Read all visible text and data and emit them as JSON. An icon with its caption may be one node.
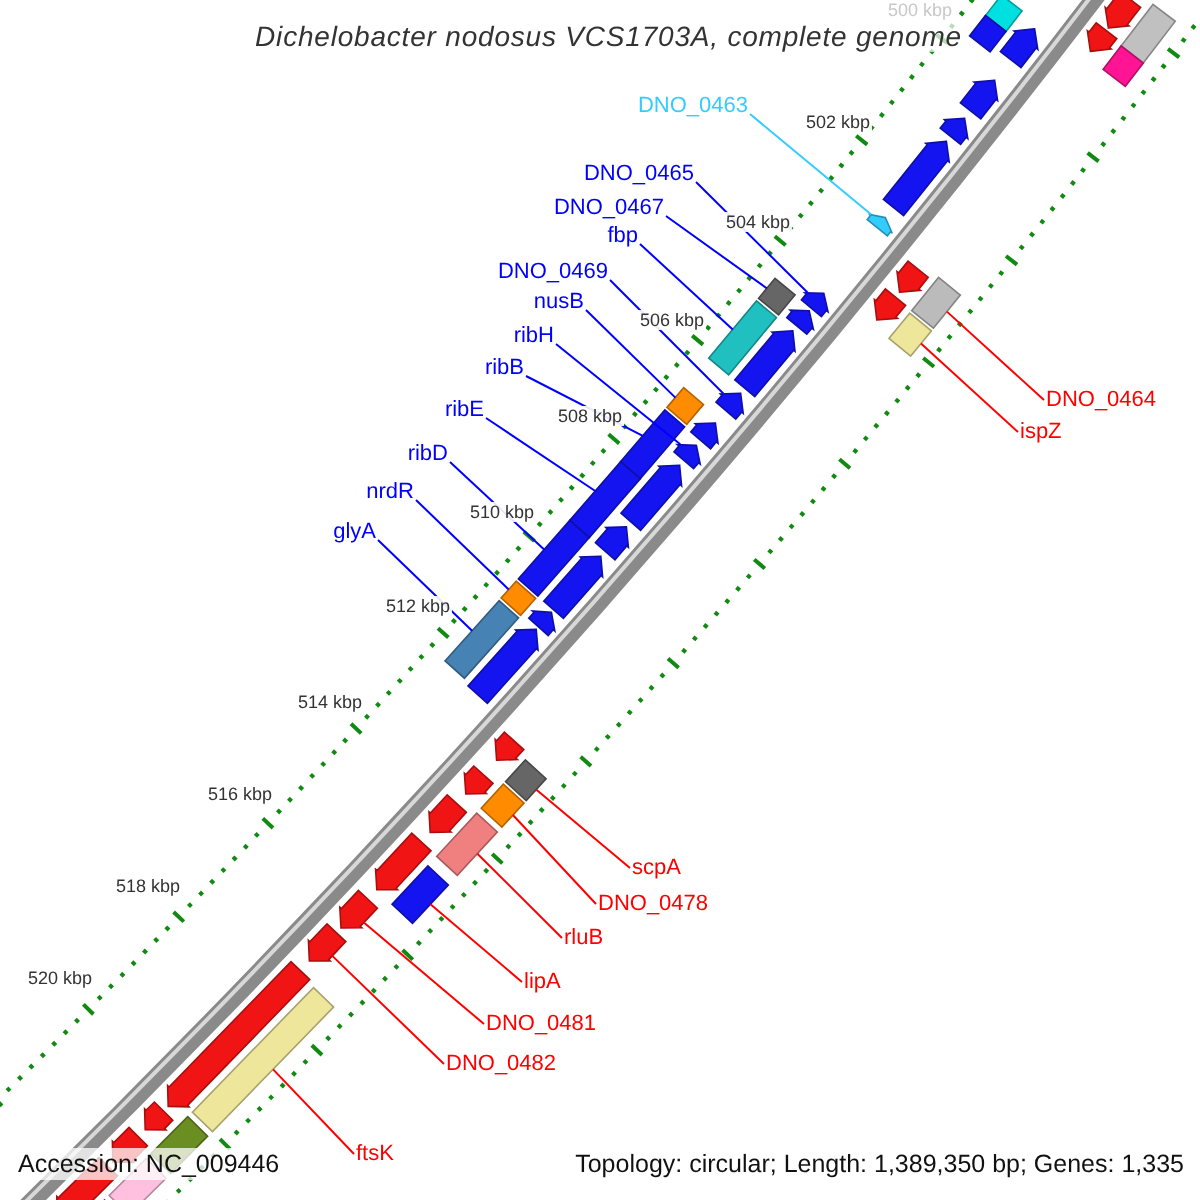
{
  "diagram": {
    "title": "Dichelobacter nodosus VCS1703A, complete genome",
    "nodes": [
      {
        "text": [
          "DNO_0463"
        ]
      },
      {
        "text": [
          "DNO_0465"
        ]
      },
      {
        "text": [
          "DNO_0467"
        ]
      },
      {
        "text": [
          "fbp"
        ]
      },
      {
        "text": [
          "DNO_0469"
        ]
      },
      {
        "text": [
          "nusB"
        ]
      },
      {
        "text": [
          "ribH"
        ]
      },
      {
        "text": [
          "ribB"
        ]
      },
      {
        "text": [
          "ribE"
        ]
      },
      {
        "text": [
          "ribD"
        ]
      },
      {
        "text": [
          "nrdR"
        ]
      },
      {
        "text": [
          "glyA"
        ]
      },
      {
        "text": [
          "DNO_0464"
        ]
      },
      {
        "text": [
          "ispZ"
        ]
      },
      {
        "text": [
          "scpA"
        ]
      },
      {
        "text": [
          "DNO_0478"
        ]
      },
      {
        "text": [
          "rluB"
        ]
      },
      {
        "text": [
          "lipA"
        ]
      },
      {
        "text": [
          "DNO_0481"
        ]
      },
      {
        "text": [
          "DNO_0482"
        ]
      },
      {
        "text": [
          "ftsK"
        ]
      },
      {
        "text": [],
        "shape": "arrow"
      },
      {
        "text": [],
        "shape": "arrow"
      },
      {
        "text": [],
        "shape": "box"
      },
      {
        "text": [],
        "shape": "box"
      },
      {
        "text": [],
        "shape": "arrow"
      },
      {
        "text": [],
        "shape": "box"
      },
      {
        "text": [],
        "shape": "arrow"
      },
      {
        "text": [],
        "shape": "box"
      },
      {
        "text": [],
        "shape": "box"
      },
      {
        "text": [],
        "shape": "box"
      },
      {
        "text": [],
        "shape": "box"
      },
      {
        "text": [],
        "shape": "box"
      },
      {
        "text": [],
        "shape": "box"
      },
      {
        "text": [],
        "shape": "box"
      },
      {
        "text": [],
        "shape": "box"
      },
      {
        "text": [],
        "shape": "box"
      },
      {
        "text": [],
        "shape": "box"
      },
      {
        "text": [],
        "shape": "box"
      },
      {
        "text": [],
        "shape": "arrow"
      },
      {
        "text": [],
        "shape": "arrow"
      },
      {
        "text": [],
        "shape": "box"
      },
      {
        "text": [],
        "shape": "arrow"
      },
      {
        "text": [],
        "shape": "arrow"
      },
      {
        "text": [],
        "shape": "arrow"
      },
      {
        "text": [],
        "shape": "arrow"
      },
      {
        "text": [],
        "shape": "arrow"
      },
      {
        "text": [],
        "shape": "arrow"
      },
      {
        "text": [],
        "shape": "arrow"
      },
      {
        "text": [],
        "shape": "arrow"
      },
      {
        "text": [],
        "shape": "arrow"
      },
      {
        "text": [],
        "shape": "arrow"
      },
      {
        "text": [],
        "shape": "arrow"
      },
      {
        "text": [],
        "shape": "arrow"
      },
      {
        "text": [],
        "shape": "box"
      },
      {
        "text": [],
        "shape": "box"
      },
      {
        "text": [],
        "shape": "arrow"
      },
      {
        "text": [],
        "shape": "arrow"
      },
      {
        "text": [],
        "shape": "arrow"
      },
      {
        "text": [],
        "shape": "arrow"
      },
      {
        "text": [],
        "shape": "arrow"
      },
      {
        "text": [],
        "shape": "arrow"
      },
      {
        "text": [],
        "shape": "arrow"
      },
      {
        "text": [],
        "shape": "arrow"
      },
      {
        "text": [],
        "shape": "arrow"
      },
      {
        "text": [],
        "shape": "arrow"
      },
      {
        "text": [],
        "shape": "arrow"
      },
      {
        "text": [],
        "shape": "arrow"
      },
      {
        "text": [],
        "shape": "box"
      },
      {
        "text": [],
        "shape": "box"
      },
      {
        "text": [],
        "shape": "box"
      },
      {
        "text": [],
        "shape": "box"
      },
      {
        "text": [],
        "shape": "box"
      }
    ],
    "edges": [
      {
        "from": 0,
        "to": 21,
        "arrow": "none",
        "color": "#33ccff"
      },
      {
        "from": 1,
        "to": 22,
        "arrow": "none"
      },
      {
        "from": 2,
        "to": 23,
        "arrow": "none"
      },
      {
        "from": 3,
        "to": 24,
        "arrow": "none"
      },
      {
        "from": 4,
        "to": 25,
        "arrow": "none"
      },
      {
        "from": 5,
        "to": 26,
        "arrow": "none"
      },
      {
        "from": 6,
        "to": 27,
        "arrow": "none"
      },
      {
        "from": 7,
        "to": 28,
        "arrow": "none"
      },
      {
        "from": 8,
        "to": 29,
        "arrow": "none"
      },
      {
        "from": 9,
        "to": 30,
        "arrow": "none"
      },
      {
        "from": 10,
        "to": 31,
        "arrow": "none"
      },
      {
        "from": 11,
        "to": 32,
        "arrow": "none"
      },
      {
        "from": 12,
        "to": 33,
        "arrow": "none",
        "color": "#ff0000"
      },
      {
        "from": 13,
        "to": 34,
        "arrow": "none",
        "color": "#ff0000"
      },
      {
        "from": 14,
        "to": 35,
        "arrow": "none",
        "color": "#ff0000"
      },
      {
        "from": 15,
        "to": 36,
        "arrow": "none",
        "color": "#ff0000"
      },
      {
        "from": 16,
        "to": 37,
        "arrow": "none",
        "color": "#ff0000"
      },
      {
        "from": 17,
        "to": 38,
        "arrow": "none",
        "color": "#ff0000"
      },
      {
        "from": 18,
        "to": 39,
        "arrow": "none",
        "color": "#ff0000"
      },
      {
        "from": 19,
        "to": 40,
        "arrow": "none",
        "color": "#ff0000"
      },
      {
        "from": 20,
        "to": 41,
        "arrow": "none",
        "color": "#ff0000"
      }
    ],
    "labels": [
      "500 kbp",
      "502 kbp",
      "504 kbp",
      "506 kbp",
      "508 kbp",
      "510 kbp",
      "512 kbp",
      "514 kbp",
      "516 kbp",
      "518 kbp",
      "520 kbp",
      "Accession: NC_009446",
      "Topology: circular; Length: 1,389,350 bp; Genes: 1,335"
    ]
  }
}
